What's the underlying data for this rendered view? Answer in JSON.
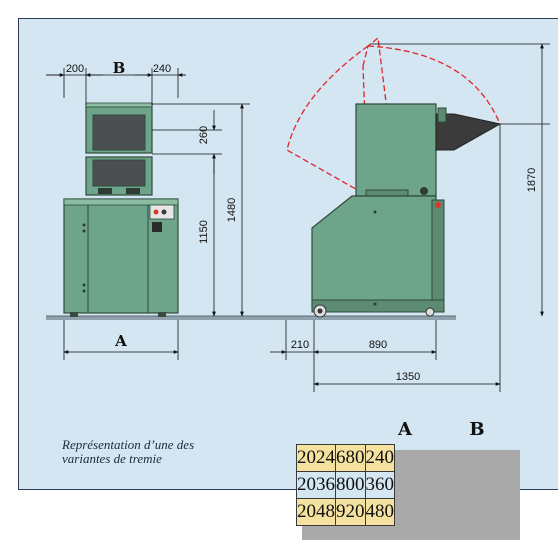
{
  "dimensions": {
    "front_left_width": "200",
    "front_right_width": "240",
    "label_b": "B",
    "label_a": "A",
    "hopper_height": "260",
    "feed_height": "1150",
    "total_height_front": "1480",
    "side_total_height": "1870",
    "rear_offset": "210",
    "side_length": "890",
    "overall_length": "1350"
  },
  "caption": {
    "line1": "Représentation d’une des",
    "line2": "variantes de tremie"
  },
  "variants_table": {
    "headers": [
      "A",
      "B"
    ],
    "rows": [
      {
        "model": "2024",
        "a": "680",
        "b": "240"
      },
      {
        "model": "2036",
        "a": "800",
        "b": "360"
      },
      {
        "model": "2048",
        "a": "920",
        "b": "480"
      }
    ]
  },
  "colors": {
    "panel_background": "#d3e6f2",
    "machine_green": "#6ea48a",
    "machine_dark_green": "#3f6f55",
    "swing_arc": "#e0262b",
    "table_yellow_row": "#f6e2a0"
  }
}
